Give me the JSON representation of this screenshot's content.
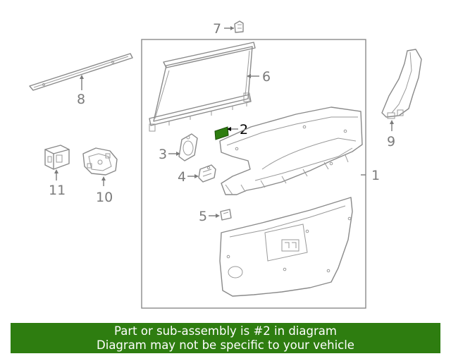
{
  "callouts": {
    "c1": "1",
    "c2": "2",
    "c3": "3",
    "c4": "4",
    "c5": "5",
    "c6": "6",
    "c7": "7",
    "c8": "8",
    "c9": "9",
    "c10": "10",
    "c11": "11"
  },
  "highlighted_part": "2",
  "colors": {
    "highlight": "#2e7d10",
    "line": "#8a8a8a",
    "banner_bg": "#2e7d10",
    "banner_text": "#ffffff"
  },
  "banner": {
    "line1": "Part or sub-assembly is #2 in diagram",
    "line2": "Diagram may not be specific to your vehicle"
  }
}
